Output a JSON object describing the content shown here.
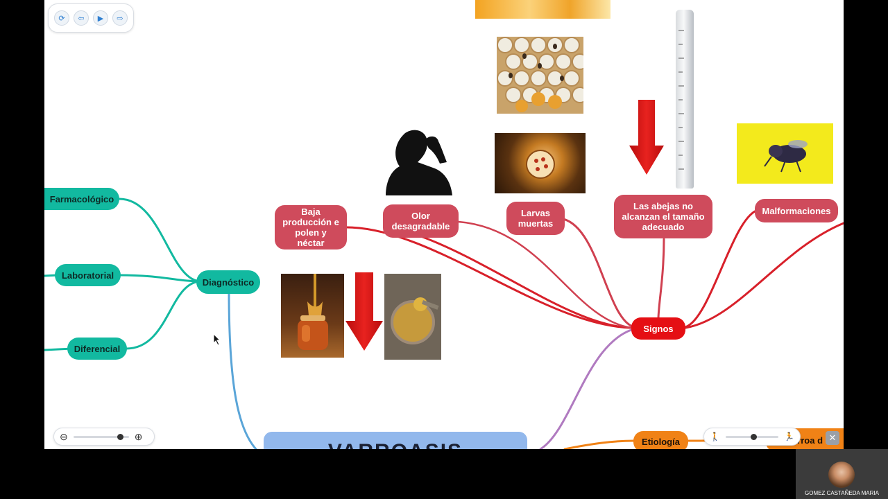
{
  "mindmap": {
    "diagnostico": {
      "label": "Diagnóstico",
      "children": [
        "Farmacológico",
        "Laboratorial",
        "Diferencial"
      ]
    },
    "signos": {
      "label": "Signos",
      "children": [
        "Baja producción e polen y néctar",
        "Olor desagradable",
        "Larvas muertas",
        "Las abejas no alcanzan el tamaño adecuado",
        "Malformaciones"
      ]
    },
    "etiologia": "Etiología",
    "varroa_partial": "Varroa d",
    "main_title_partial": "VARROASIS"
  },
  "images": {
    "man_silhouette": "man-covering-nose-silhouette",
    "honeycomb_top": "honeycomb-with-bees-photo",
    "capped_brood": "brood-cells-photo",
    "dead_larvae": "dead-larvae-cells-photo",
    "ruler": "ruler-image",
    "deformed_bee": "deformed-bee-photo",
    "honey_jar": "honey-jar-photo",
    "pollen_bowl": "pollen-bowl-photo",
    "down_arrows": "red-down-arrow"
  },
  "webcam": {
    "name": "GOMEZ CASTAÑEDA MARIA"
  },
  "colors": {
    "teal": "#12b9a0",
    "red_node": "#cf4b5c",
    "signos": "#e50f14",
    "orange": "#f08216",
    "main_box": "#92b8ec"
  },
  "toolbar": {
    "buttons": [
      "refresh-icon",
      "back-icon",
      "play-icon",
      "forward-icon"
    ]
  },
  "zoom": {
    "level": 0.85
  },
  "speed_slider": {
    "level": 0.4
  }
}
